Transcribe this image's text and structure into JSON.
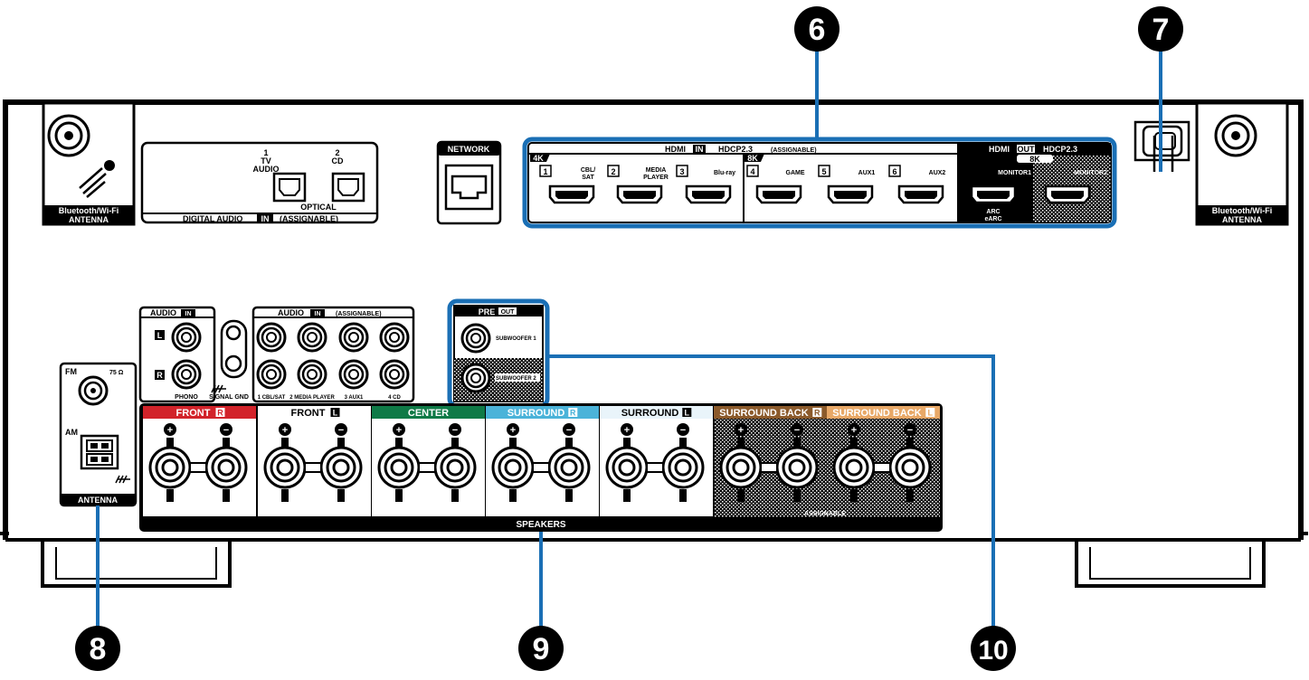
{
  "antenna_bt": {
    "label_line1": "Bluetooth/Wi-Fi",
    "label_line2": "ANTENNA"
  },
  "digital_audio": {
    "input1_num": "1",
    "input1_name": "TV",
    "input1_sub": "AUDIO",
    "input2_num": "2",
    "input2_name": "CD",
    "optical": "OPTICAL",
    "footer_a": "DIGITAL AUDIO",
    "footer_in": "IN",
    "footer_b": "(ASSIGNABLE)"
  },
  "network": {
    "label": "NETWORK"
  },
  "hdmi_in": {
    "head_hdmi": "HDMI",
    "head_in": "IN",
    "head_hdcp": "HDCP2.3",
    "head_assign": "(ASSIGNABLE)",
    "tag_4k": "4K",
    "tag_8k": "8K",
    "ports": [
      {
        "num": "1",
        "name1": "CBL/",
        "name2": "SAT"
      },
      {
        "num": "2",
        "name1": "MEDIA",
        "name2": "PLAYER"
      },
      {
        "num": "3",
        "name1": "Blu-ray",
        "name2": ""
      },
      {
        "num": "4",
        "name1": "GAME",
        "name2": ""
      },
      {
        "num": "5",
        "name1": "AUX1",
        "name2": ""
      },
      {
        "num": "6",
        "name1": "AUX2",
        "name2": ""
      }
    ]
  },
  "hdmi_out": {
    "head_hdmi": "HDMI",
    "head_out": "OUT",
    "head_hdcp": "HDCP2.3",
    "tag_8k": "8K",
    "monitor1": "MONITOR1",
    "monitor2": "MONITOR2",
    "arc": "ARC",
    "earc": "eARC"
  },
  "analog_in": {
    "audio": "AUDIO",
    "in": "IN",
    "l": "L",
    "r": "R",
    "phono": "PHONO",
    "signal_gnd": "SIGNAL GND",
    "assign": "(ASSIGNABLE)",
    "jacks": [
      "1 CBL/SAT",
      "2 MEDIA PLAYER",
      "3 AUX1",
      "4 CD"
    ]
  },
  "pre_out": {
    "pre": "PRE",
    "out": "OUT",
    "sub1": "SUBWOOFER 1",
    "sub2": "SUBWOOFER 2"
  },
  "fm_am": {
    "fm": "FM",
    "ohm": "75 Ω",
    "am": "AM",
    "antenna": "ANTENNA"
  },
  "speakers": {
    "footer": "SPEAKERS",
    "assignable": "ASSIGNABLE",
    "groups": [
      {
        "name": "FRONT",
        "side": "R",
        "color": "#d2232a"
      },
      {
        "name": "FRONT",
        "side": "L",
        "color": "#ffffff"
      },
      {
        "name": "CENTER",
        "side": "",
        "color": "#0f7a47"
      },
      {
        "name": "SURROUND",
        "side": "R",
        "color": "#4bb3d9"
      },
      {
        "name": "SURROUND",
        "side": "L",
        "color": "#e9f4fa"
      },
      {
        "name": "SURROUND BACK",
        "side": "R",
        "color": "#8b5a2b"
      },
      {
        "name": "SURROUND BACK",
        "side": "L",
        "color": "#e8a867"
      }
    ]
  },
  "callouts": [
    "6",
    "7",
    "8",
    "9",
    "10"
  ],
  "colors": {
    "callout_blue": "#1a6fb5",
    "panel_black": "#111111"
  }
}
